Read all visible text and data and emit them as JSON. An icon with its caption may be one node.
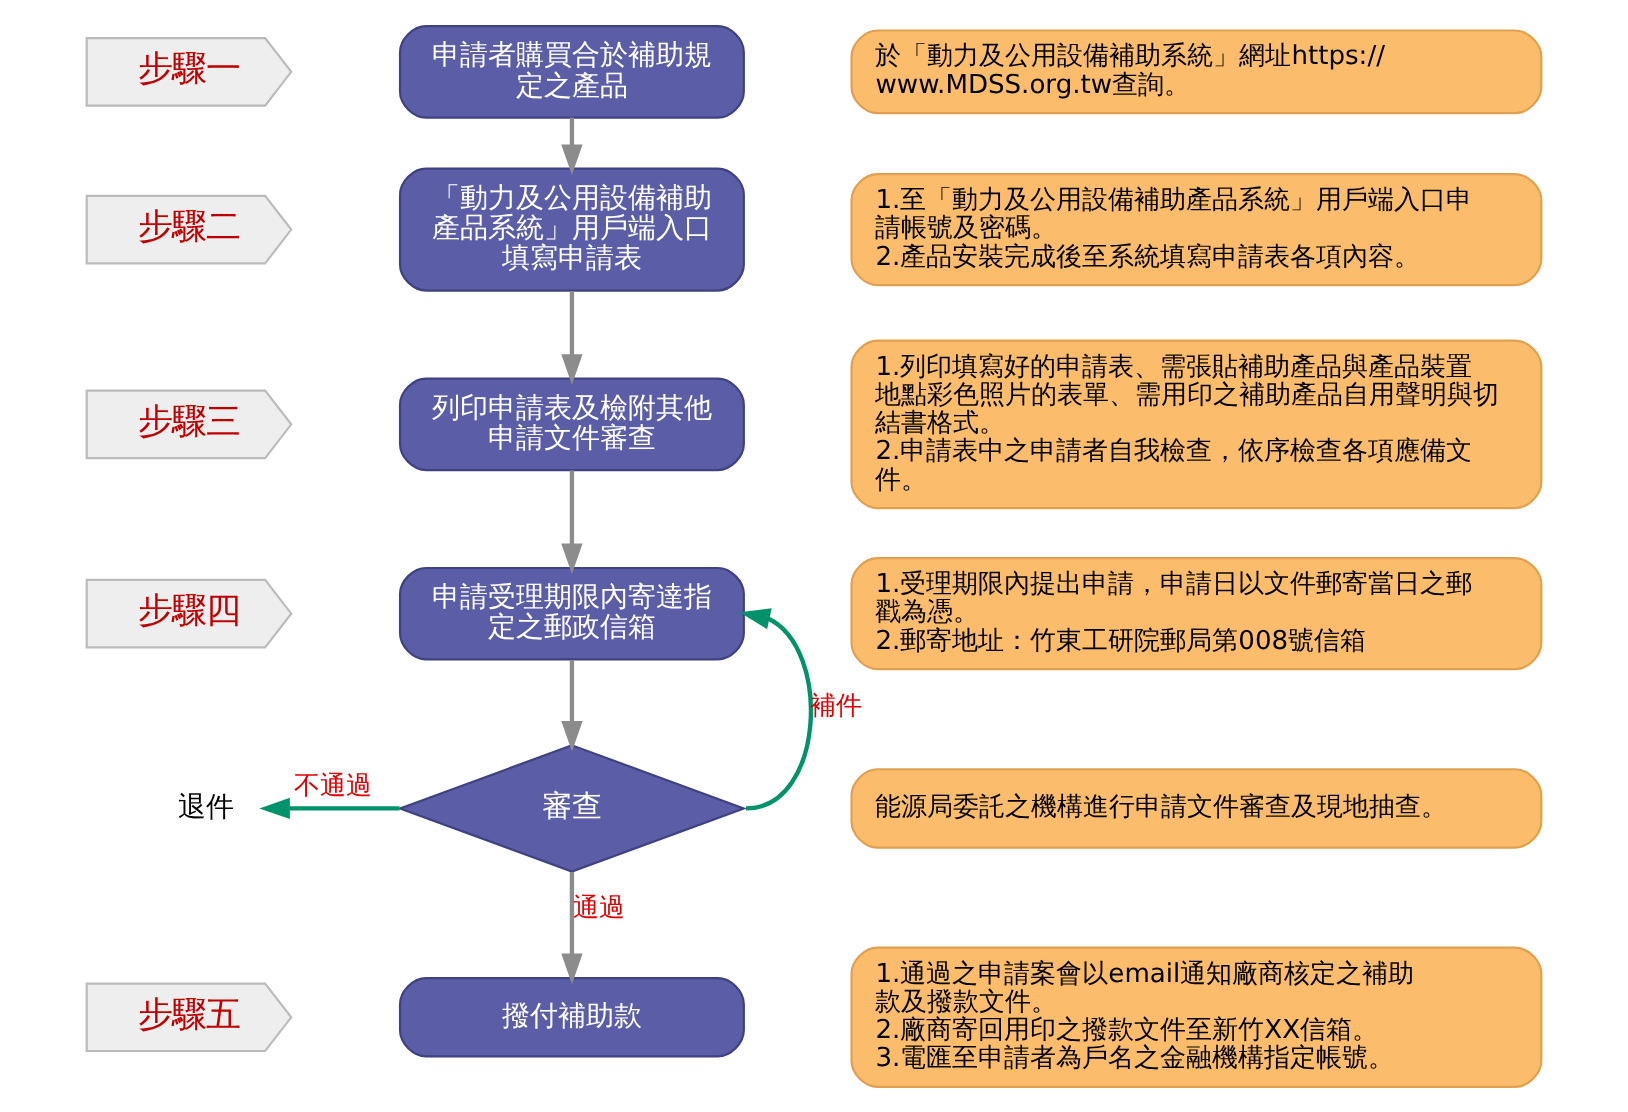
{
  "diagram": {
    "nodes": [
      {
        "text": [
          "步驟一"
        ]
      },
      {
        "text": [
          "申請者購買合於補助規定之產品"
        ]
      },
      {
        "text": [
          "於「動力及公用設備補助系統」網址https://www.MDSS.org.tw查詢。"
        ]
      },
      {
        "text": [
          "步驟二"
        ]
      },
      {
        "text": [
          "「動力及公用設備補助產品系統」用戶端入口填寫申請表"
        ]
      },
      {
        "text": [
          "1.至「動力及公用設備補助產品系統」用戶端入口申請帳號及密碼。",
          "2.產品安裝完成後至系統填寫申請表各項內容。"
        ]
      },
      {
        "text": [
          "步驟三"
        ]
      },
      {
        "text": [
          "列印申請表及檢附其他申請文件審查"
        ]
      },
      {
        "text": [
          "1.列印填寫好的申請表、需張貼補助產品與產品裝置地點彩色照片的表單、需用印之補助產品自用聲明與切結書格式。",
          "2.申請表中之申請者自我檢查，依序檢查各項應備文件。"
        ]
      },
      {
        "text": [
          "步驟四"
        ]
      },
      {
        "text": [
          "申請受理期限內寄達指定之郵政信箱"
        ]
      },
      {
        "text": [
          "1.受理期限內提出申請，申請日以文件郵寄當日之郵戳為憑。",
          "2.郵寄地址：竹東工研院郵局第008號信箱"
        ]
      },
      {
        "text": [
          "退件"
        ]
      },
      {
        "text": [
          "審查"
        ]
      },
      {
        "text": [
          "能源局委託之機構進行申請文件審查及現地抽查。"
        ]
      },
      {
        "text": [
          "步驟五"
        ]
      },
      {
        "text": [
          "撥付補助款"
        ]
      },
      {
        "text": [
          "1.通過之申請案會以email通知廠商核定之補助款及撥款文件。",
          "2.廠商寄回用印之撥款文件至新竹XX信箱。",
          "3.電匯至申請者為戶名之金融機構指定帳號。"
        ]
      }
    ],
    "edges": [
      {
        "from": 1,
        "to": 4,
        "arrow": "to"
      },
      {
        "from": 4,
        "to": 7,
        "arrow": "to"
      },
      {
        "from": 7,
        "to": 10,
        "arrow": "to"
      },
      {
        "from": 10,
        "to": 13,
        "arrow": "to"
      },
      {
        "from": 13,
        "to": 12,
        "arrow": "to",
        "label": "不通過",
        "color": "#00936b"
      },
      {
        "from": 13,
        "to": 10,
        "arrow": "to",
        "label": "補件",
        "color": "#00936b"
      },
      {
        "from": 13,
        "to": 16,
        "arrow": "to",
        "label": "通過"
      }
    ]
  }
}
